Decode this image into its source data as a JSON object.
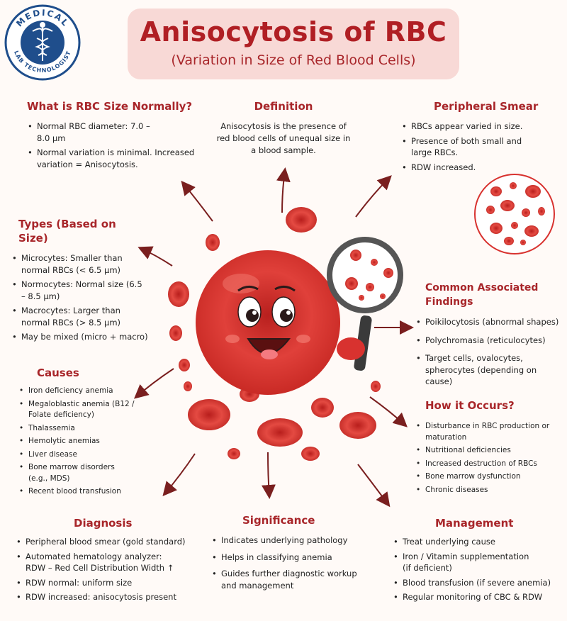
{
  "logo": {
    "top_text": "MEDICAL",
    "bottom_text": "LAB TECHNOLOGIST"
  },
  "header": {
    "title": "Anisocytosis of RBC",
    "subtitle": "(Variation in Size of Red Blood Cells)"
  },
  "normal": {
    "title": "What is RBC Size Normally?",
    "items": [
      "Normal RBC diameter: 7.0 – 8.0 μm",
      "Normal variation is minimal. Increased variation = Anisocytosis."
    ]
  },
  "definition": {
    "title": "Definition",
    "text": "Anisocytosis is the presence of red blood cells of unequal size in a blood sample."
  },
  "smear": {
    "title": "Peripheral Smear",
    "items": [
      "RBCs appear varied in size.",
      "Presence of both small and large RBCs.",
      "RDW increased."
    ]
  },
  "types": {
    "title": "Types (Based on Size)",
    "items": [
      "Microcytes: Smaller than normal RBCs (< 6.5 μm)",
      "Normocytes: Normal size (6.5 – 8.5 μm)",
      "Macrocytes: Larger than normal RBCs (> 8.5 μm)",
      "May be mixed (micro + macro)"
    ]
  },
  "findings": {
    "title": "Common Associated Findings",
    "items": [
      "Poikilocytosis (abnormal shapes)",
      "Polychromasia (reticulocytes)",
      "Target cells, ovalocytes, spherocytes (depending on cause)"
    ]
  },
  "causes": {
    "title": "Causes",
    "items": [
      "Iron deficiency anemia",
      "Megaloblastic anemia (B12 / Folate deficiency)",
      "Thalassemia",
      "Hemolytic anemias",
      "Liver disease",
      "Bone marrow disorders (e.g., MDS)",
      "Recent blood transfusion"
    ]
  },
  "occurs": {
    "title": "How it Occurs?",
    "items": [
      "Disturbance in RBC production or maturation",
      "Nutritional deficiencies",
      "Increased destruction of RBCs",
      "Bone marrow dysfunction",
      "Chronic diseases"
    ]
  },
  "diagnosis": {
    "title": "Diagnosis",
    "items": [
      "Peripheral blood smear (gold standard)",
      "Automated hematology analyzer: RDW – Red Cell Distribution Width ↑",
      "RDW normal: uniform size",
      "RDW increased: anisocytosis present"
    ]
  },
  "significance": {
    "title": "Significance",
    "items": [
      "Indicates underlying pathology",
      "Helps in classifying anemia",
      "Guides further diagnostic workup and management"
    ]
  },
  "management": {
    "title": "Management",
    "items": [
      "Treat underlying cause",
      "Iron / Vitamin supplementation (if deficient)",
      "Blood transfusion (if severe anemia)",
      "Regular monitoring of CBC & RDW"
    ]
  },
  "colors": {
    "accent": "#a8262a",
    "rbc": "#d8322f",
    "title_bg": "#f8d9d6"
  }
}
